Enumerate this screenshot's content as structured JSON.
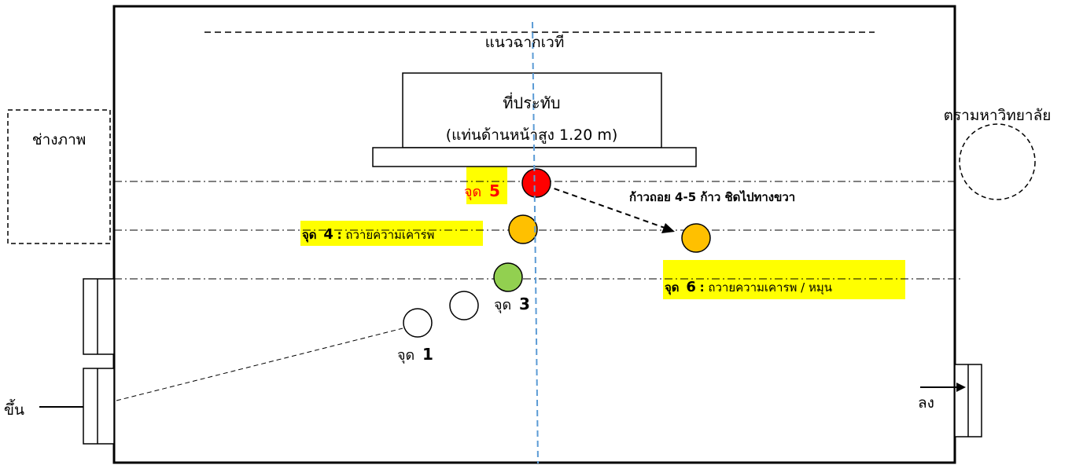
{
  "stage_line_label": "แนวฉากเวที",
  "throne": {
    "title": "ที่ประทับ",
    "subtitle": "(แท่นด้านหน้าสูง 1.20 m)"
  },
  "photographer_label": "ช่างภาพ",
  "university_seal_label": "ตรามหาวิทยาลัย",
  "enter_label": "ขึ้น",
  "exit_label": "ลง",
  "step_back_note": "ก้าวถอย 4-5 ก้าว ชิดไปทางขวา",
  "points": {
    "p1": {
      "prefix": "จุด",
      "num": "1"
    },
    "p3": {
      "prefix": "จุด",
      "num": "3"
    },
    "p4": {
      "prefix": "จุด",
      "num": "4",
      "sep": " :",
      "text": " ถวายความเคารพ"
    },
    "p5": {
      "prefix": "จุด",
      "num": "5"
    },
    "p6": {
      "prefix": "จุด",
      "num": "6",
      "sep": " :",
      "text": " ถวายความเคารพ  / หมุน"
    }
  },
  "colors": {
    "highlight": "#ffff00",
    "red_point": "#ff0000",
    "orange_point": "#ffc000",
    "green_point": "#92d050",
    "center_line": "#5b9bd5",
    "label_red": "#ff0000"
  }
}
